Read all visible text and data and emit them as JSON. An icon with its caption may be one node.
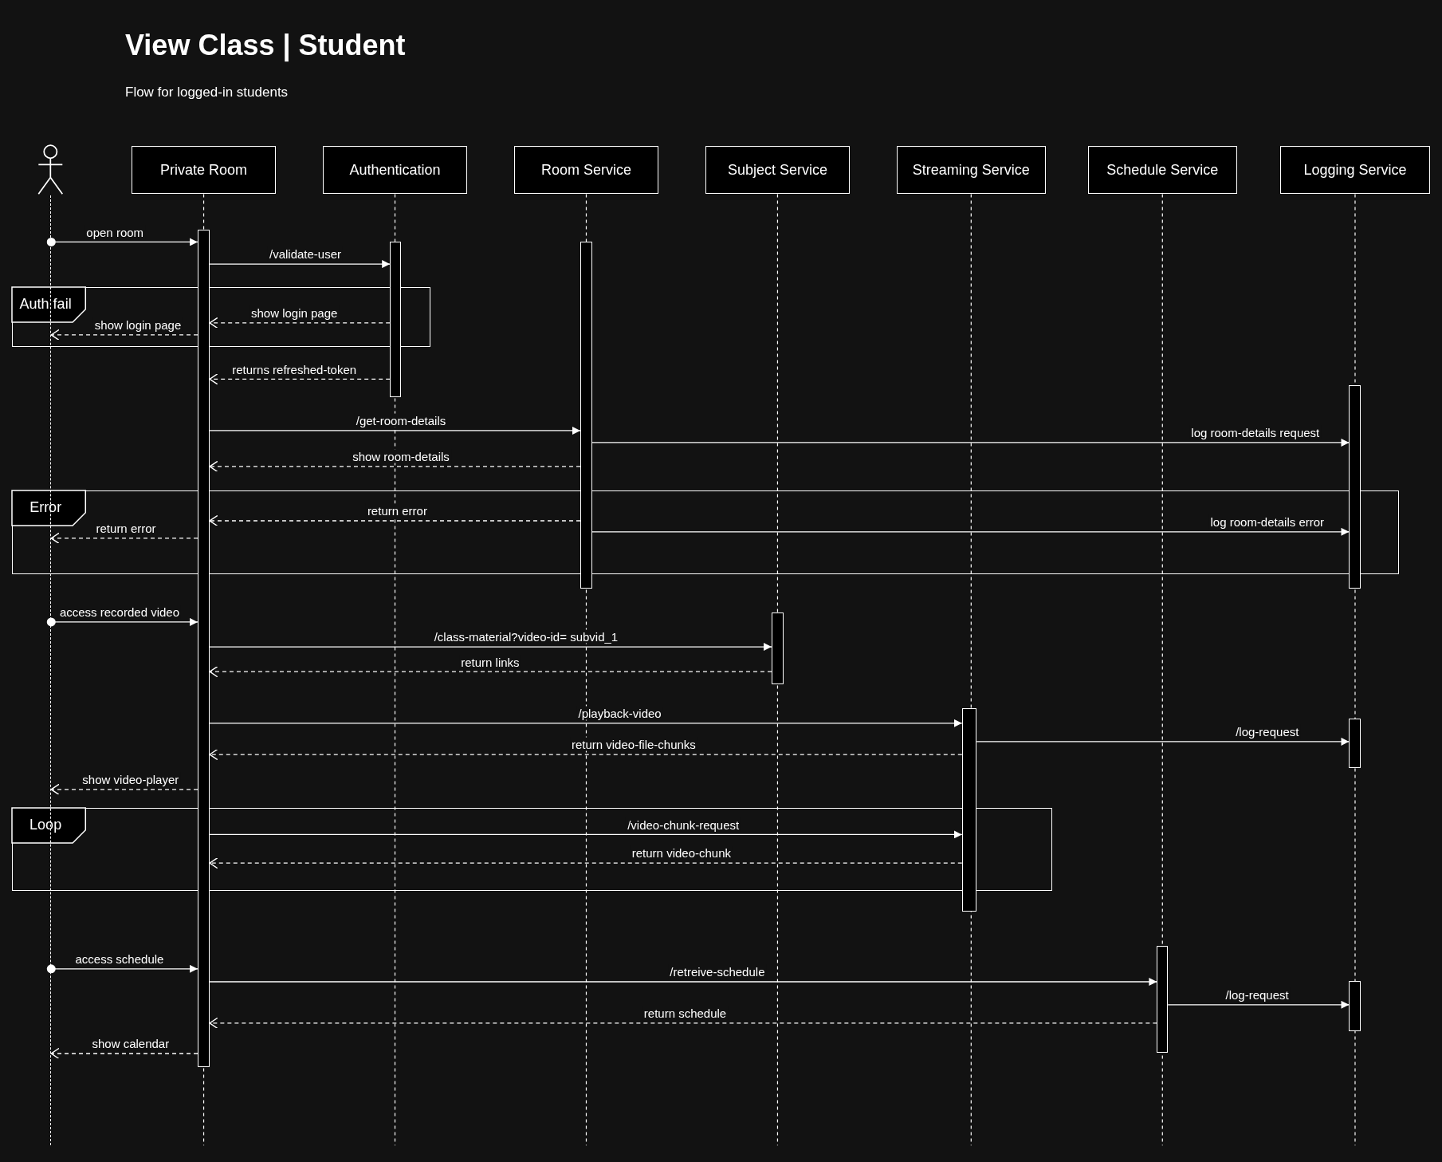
{
  "diagram": {
    "title": "View Class | Student",
    "nodes": [
      {
        "text": [],
        "shape": "person"
      },
      {
        "text": [
          "Private Room"
        ]
      },
      {
        "text": [
          "Authentication"
        ]
      },
      {
        "text": [
          "Room Service"
        ]
      },
      {
        "text": [
          "Subject Service"
        ]
      },
      {
        "text": [
          "Streaming Service"
        ]
      },
      {
        "text": [
          "Schedule Service"
        ]
      },
      {
        "text": [
          "Logging Service"
        ]
      },
      {
        "text": [],
        "shape": "bar"
      },
      {
        "text": [],
        "shape": "bar"
      },
      {
        "text": [],
        "shape": "bar"
      },
      {
        "text": [],
        "shape": "bar"
      },
      {
        "text": [],
        "shape": "bar"
      },
      {
        "text": [],
        "shape": "bar"
      },
      {
        "text": [],
        "shape": "bar"
      },
      {
        "text": [],
        "shape": "bar"
      },
      {
        "text": [],
        "shape": "bar"
      },
      {
        "text": [],
        "shape": "line"
      }
    ],
    "edges": [
      {
        "from": 17,
        "to": 8,
        "arrow": "to",
        "label": "open room"
      },
      {
        "from": 8,
        "to": 9,
        "arrow": "to",
        "label": "/validate-user"
      },
      {
        "from": 9,
        "to": 8,
        "arrow": "to",
        "label": "show login page",
        "style": "dashed"
      },
      {
        "from": 8,
        "to": 17,
        "arrow": "to",
        "label": "show login page",
        "style": "dashed"
      },
      {
        "from": 9,
        "to": 8,
        "arrow": "to",
        "label": "returns refreshed-token",
        "style": "dashed"
      },
      {
        "from": 8,
        "to": 10,
        "arrow": "to",
        "label": "/get-room-details"
      },
      {
        "from": 10,
        "to": 11,
        "arrow": "to",
        "label": "log room-details request"
      },
      {
        "from": 10,
        "to": 8,
        "arrow": "to",
        "label": "show room-details",
        "style": "dashed"
      },
      {
        "from": 10,
        "to": 8,
        "arrow": "to",
        "label": "return error",
        "style": "dashed"
      },
      {
        "from": 10,
        "to": 11,
        "arrow": "to",
        "label": "log room-details error"
      },
      {
        "from": 8,
        "to": 17,
        "arrow": "to",
        "label": "return error",
        "style": "dashed"
      },
      {
        "from": 17,
        "to": 8,
        "arrow": "to",
        "label": "access recorded video"
      },
      {
        "from": 8,
        "to": 12,
        "arrow": "to",
        "label": "/class-material?video-id= subvid_1"
      },
      {
        "from": 12,
        "to": 8,
        "arrow": "to",
        "label": "return links",
        "style": "dashed"
      },
      {
        "from": 8,
        "to": 13,
        "arrow": "to",
        "label": "/playback-video"
      },
      {
        "from": 13,
        "to": 14,
        "arrow": "to",
        "label": "/log-request"
      },
      {
        "from": 13,
        "to": 8,
        "arrow": "to",
        "label": "return video-file-chunks",
        "style": "dashed"
      },
      {
        "from": 8,
        "to": 17,
        "arrow": "to",
        "label": "show video-player",
        "style": "dashed"
      },
      {
        "from": 8,
        "to": 13,
        "arrow": "to",
        "label": "/video-chunk-request"
      },
      {
        "from": 13,
        "to": 8,
        "arrow": "to",
        "label": "return video-chunk",
        "style": "dashed"
      },
      {
        "from": 17,
        "to": 8,
        "arrow": "to",
        "label": "access schedule"
      },
      {
        "from": 8,
        "to": 15,
        "arrow": "to",
        "label": "/retreive-schedule"
      },
      {
        "from": 15,
        "to": 16,
        "arrow": "to",
        "label": "/log-request"
      },
      {
        "from": 15,
        "to": 8,
        "arrow": "to",
        "label": "return schedule",
        "style": "dashed"
      },
      {
        "from": 8,
        "to": 17,
        "arrow": "to",
        "label": "show calendar",
        "style": "dashed"
      }
    ],
    "labels": [
      "Flow for logged-in students",
      "Auth fail",
      "Error",
      "Loop"
    ]
  }
}
